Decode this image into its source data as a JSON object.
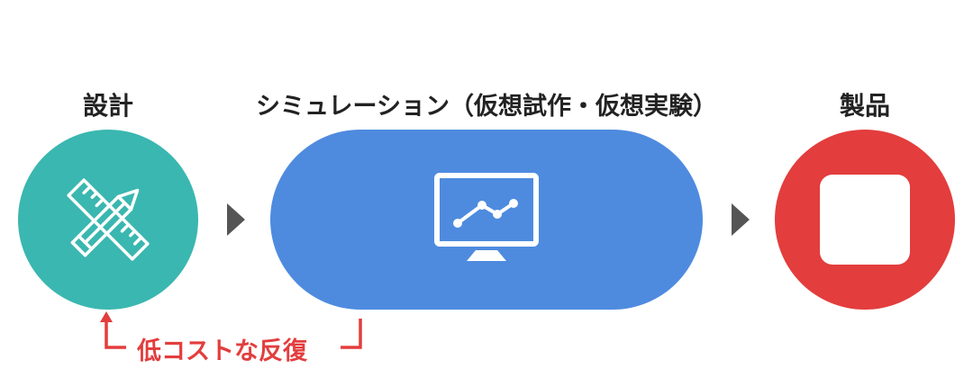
{
  "stages": {
    "design": {
      "label": "設計",
      "icon": "ruler-pencil-icon"
    },
    "simulation": {
      "label": "シミュレーション（仮想試作・仮想実験）",
      "icon": "monitor-chart-icon"
    },
    "product": {
      "label": "製品",
      "icon": "square-icon"
    }
  },
  "loop": {
    "label": "低コストな反復"
  },
  "colors": {
    "design": "#3ab7b0",
    "simulation": "#4e8bdf",
    "product": "#e33d3d",
    "loop": "#e33d3d",
    "arrow": "#555555"
  }
}
